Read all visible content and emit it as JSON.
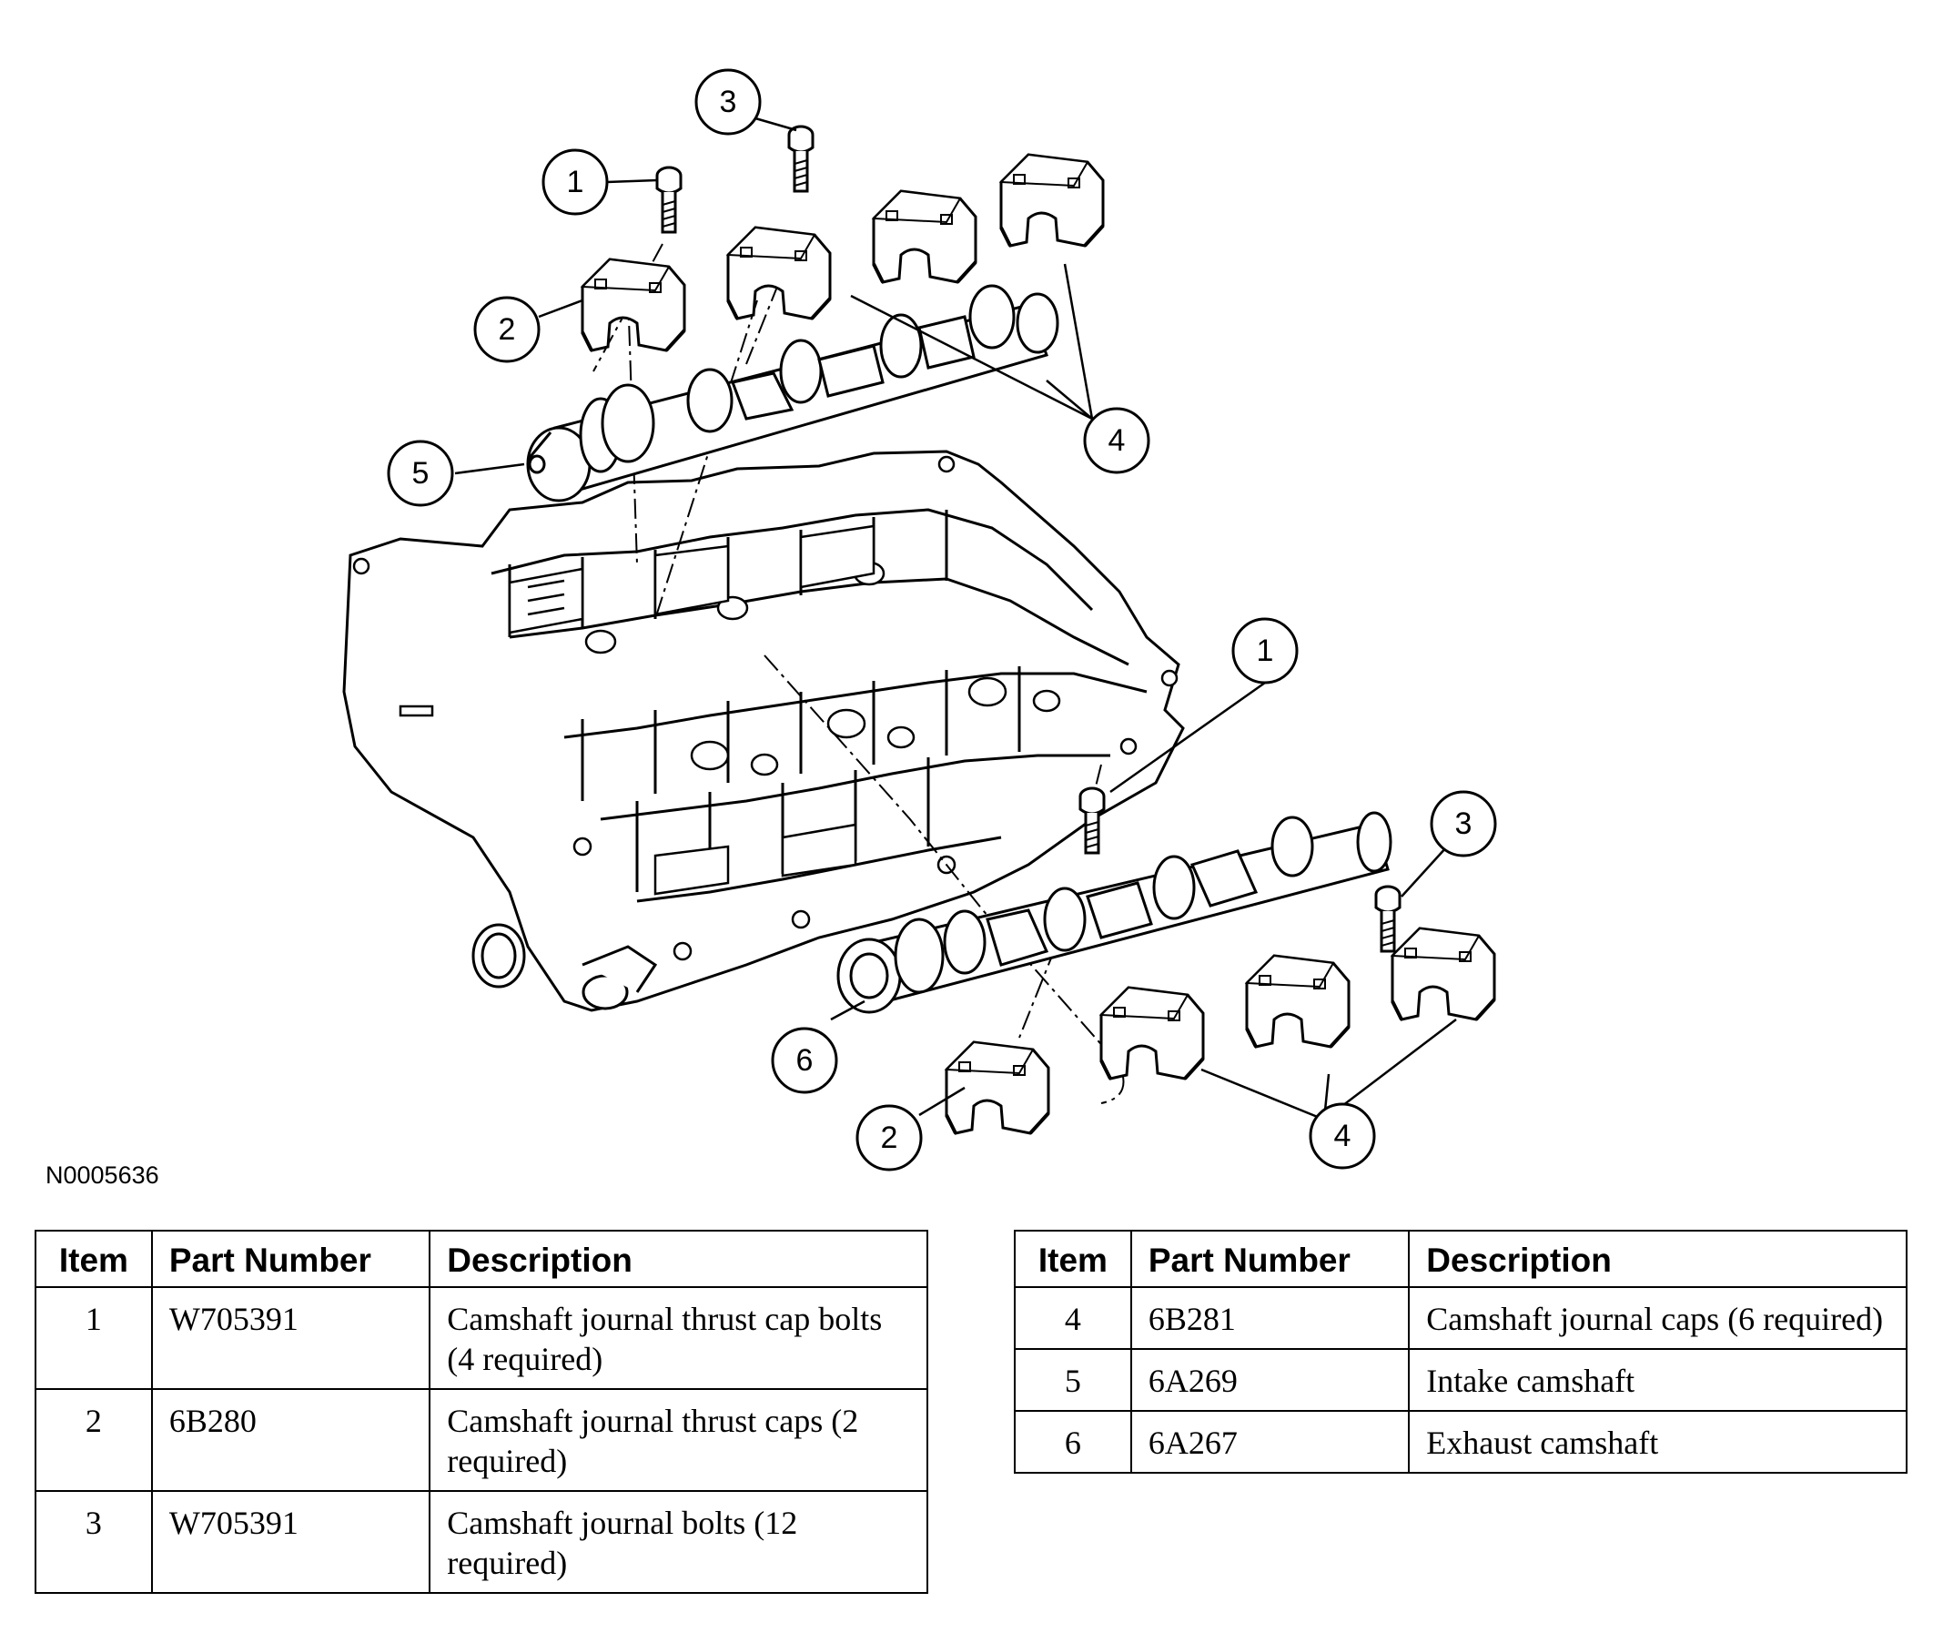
{
  "figure_id": "N0005636",
  "callouts": {
    "c1a": "1",
    "c3a": "3",
    "c2a": "2",
    "c5": "5",
    "c4a": "4",
    "c1b": "1",
    "c3b": "3",
    "c6": "6",
    "c2b": "2",
    "c4b": "4"
  },
  "tables": {
    "headers": {
      "item": "Item",
      "part_number": "Part Number",
      "description": "Description"
    },
    "left": [
      {
        "item": "1",
        "part_number": "W705391",
        "description": "Camshaft journal thrust cap bolts (4 required)"
      },
      {
        "item": "2",
        "part_number": "6B280",
        "description": "Camshaft journal thrust caps (2 required)"
      },
      {
        "item": "3",
        "part_number": "W705391",
        "description": "Camshaft journal bolts (12 required)"
      }
    ],
    "right": [
      {
        "item": "4",
        "part_number": "6B281",
        "description": "Camshaft journal caps (6 required)"
      },
      {
        "item": "5",
        "part_number": "6A269",
        "description": "Intake camshaft"
      },
      {
        "item": "6",
        "part_number": "6A267",
        "description": "Exhaust camshaft"
      }
    ]
  }
}
